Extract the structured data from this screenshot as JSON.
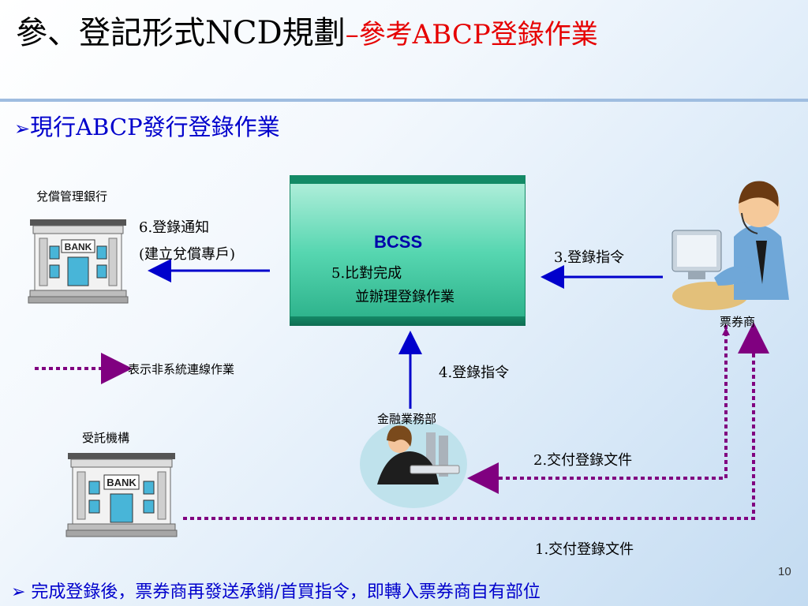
{
  "title": {
    "main": "參、登記形式NCD規劃",
    "dash": "–",
    "sub": "參考ABCP登錄作業"
  },
  "section_heading": "現行ABCP發行登錄作業",
  "section_bullet": "➢",
  "entities": {
    "redemption_bank": "兌償管理銀行",
    "bcss": "BCSS",
    "dealer": "票券商",
    "fin_dept": "金融業務部",
    "trustee": "受託機構",
    "bank_sign": "BANK"
  },
  "steps": {
    "step1": "1.交付登錄文件",
    "step2": "2.交付登錄文件",
    "step3": "3.登錄指令",
    "step4": "4.登錄指令",
    "step5_line1": "5.比對完成",
    "step5_line2": "並辦理登錄作業",
    "step6_line1": "6.登錄通知",
    "step6_line2": "(建立兌償專戶)"
  },
  "legend": {
    "offline": "表示非系統連線作業"
  },
  "footer_note": "➢ 完成登錄後，票券商再發送承銷/首買指令，即轉入票券商自有部位",
  "page_number": "10",
  "colors": {
    "online_arrow": "#0000cc",
    "offline_arrow": "#800080",
    "title_accent": "#e60000",
    "bcss_fill": "#3cc49a"
  }
}
